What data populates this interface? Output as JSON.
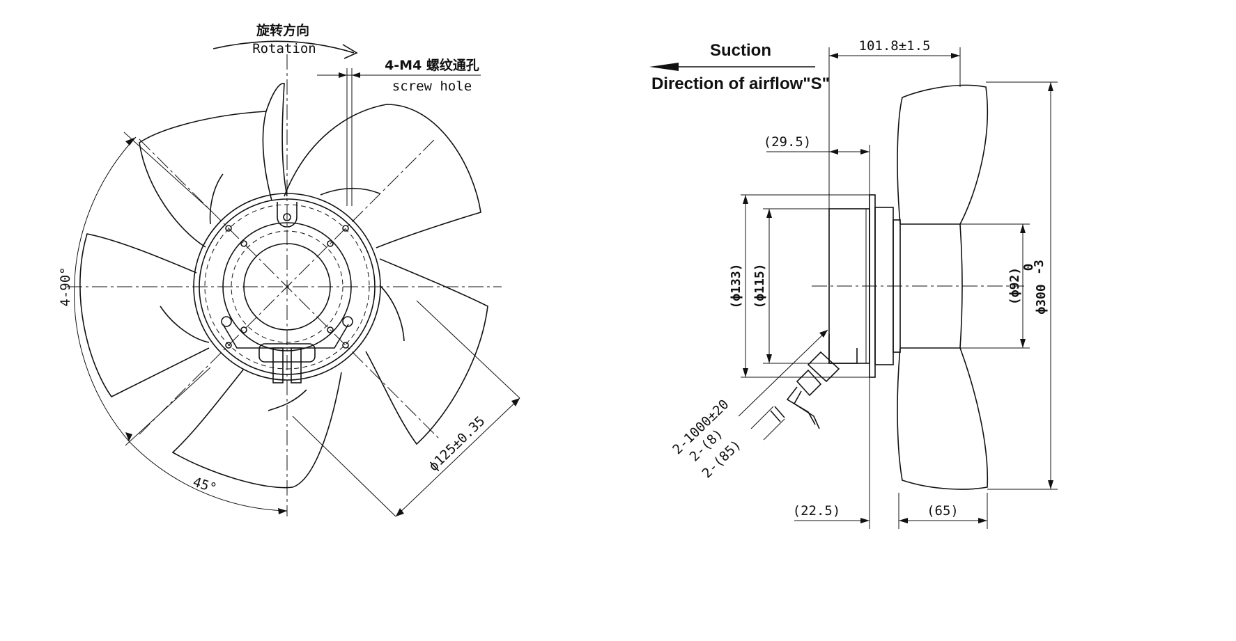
{
  "front_view": {
    "rotation_cn": "旋转方向",
    "rotation_en": "Rotation",
    "screw_hole_cn": "4-M4 螺纹通孔",
    "screw_hole_en": "screw hole",
    "angle_4x90": "4-90°",
    "angle_45": "45°",
    "bolt_circle": "ϕ125±0.35"
  },
  "side_view": {
    "suction": "Suction",
    "airflow": "Direction of airflow\"S\"",
    "dim_depth": "101.8±1.5",
    "dim_29_5": "(29.5)",
    "dim_133": "(ϕ133)",
    "dim_115": "(ϕ115)",
    "dim_92": "(ϕ92)",
    "dim_300": "ϕ300",
    "dim_300_tol_upper": "0",
    "dim_300_tol_lower": "-3",
    "dim_22_5": "(22.5)",
    "dim_65": "(65)",
    "lead_length": "2-1000±20",
    "lead_8": "2-(8)",
    "lead_85": "2-(85)"
  }
}
